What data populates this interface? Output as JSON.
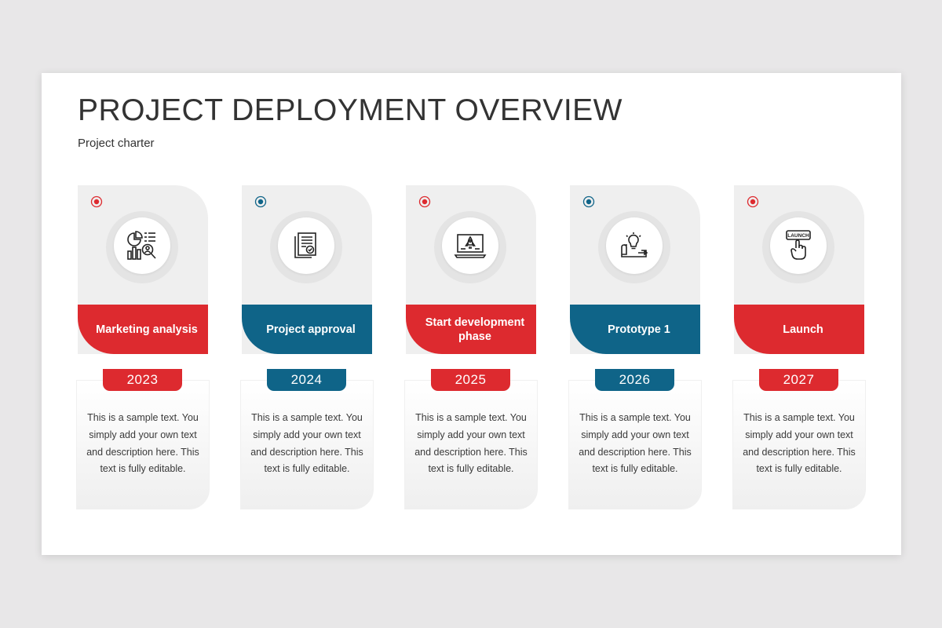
{
  "title": "PROJECT DEPLOYMENT OVERVIEW",
  "subtitle": "Project charter",
  "colors": {
    "red": "#dd2a2f",
    "blue": "#0f6488"
  },
  "cards": [
    {
      "label": "Marketing analysis",
      "year": "2023",
      "color": "red",
      "icon": "chart-analysis-icon",
      "text": "This is a sample text. You simply add your own text and description here. This text is fully editable."
    },
    {
      "label": "Project approval",
      "year": "2024",
      "color": "blue",
      "icon": "approved-document-icon",
      "text": "This is a sample text. You simply add your own text and description here. This text is fully editable."
    },
    {
      "label": "Start development phase",
      "year": "2025",
      "color": "red",
      "icon": "laptop-rocket-icon",
      "text": "This is a sample text. You simply add your own text and description here. This text is fully editable."
    },
    {
      "label": "Prototype 1",
      "year": "2026",
      "color": "blue",
      "icon": "idea-blueprint-icon",
      "text": "This is a sample text. You simply add your own text and description here. This text is fully editable."
    },
    {
      "label": "Launch",
      "year": "2027",
      "color": "red",
      "icon": "launch-button-icon",
      "text": "This is a sample text. You simply add your own text and description here. This text is fully editable."
    }
  ],
  "launch_button_text": "LAUNCH"
}
